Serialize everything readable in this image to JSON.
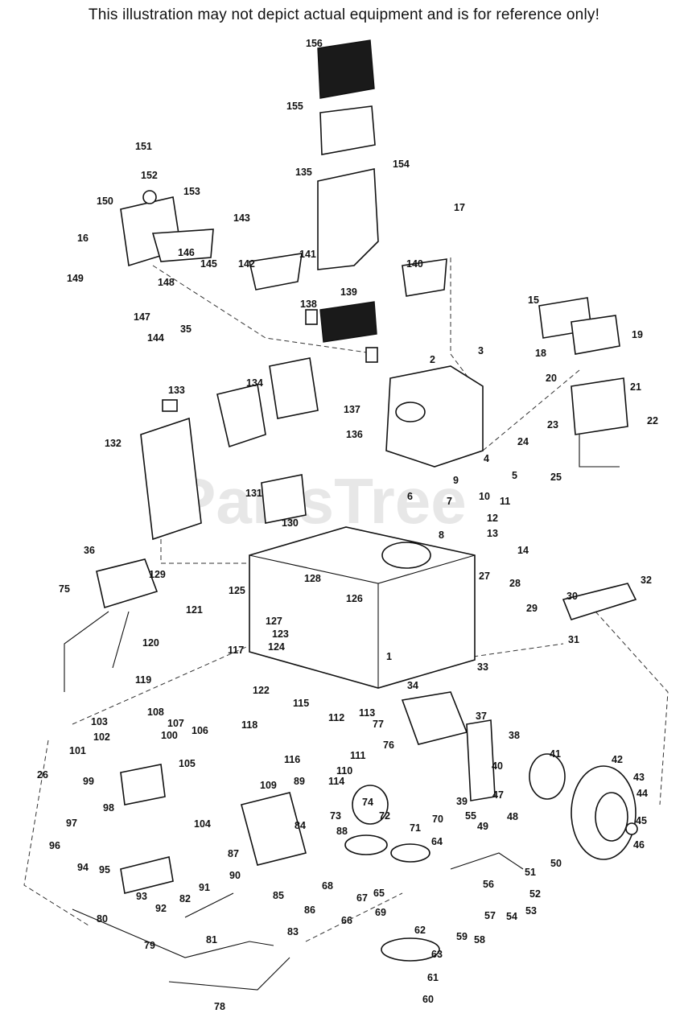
{
  "disclaimer": "This illustration may not depict actual equipment and is for reference only!",
  "watermark": "PartsTree",
  "part_labels": [
    "156",
    "155",
    "154",
    "153",
    "152",
    "151",
    "150",
    "149",
    "148",
    "147",
    "146",
    "145",
    "144",
    "143",
    "142",
    "141",
    "140",
    "139",
    "138",
    "137",
    "136",
    "135",
    "134",
    "133",
    "132",
    "131",
    "130",
    "129",
    "128",
    "127",
    "126",
    "125",
    "124",
    "123",
    "122",
    "121",
    "120",
    "119",
    "118",
    "117",
    "116",
    "115",
    "114",
    "113",
    "112",
    "111",
    "110",
    "109",
    "108",
    "107",
    "106",
    "105",
    "104",
    "103",
    "102",
    "101",
    "100",
    "99",
    "98",
    "97",
    "96",
    "95",
    "94",
    "93",
    "92",
    "91",
    "90",
    "89",
    "88",
    "87",
    "86",
    "85",
    "84",
    "83",
    "82",
    "81",
    "80",
    "79",
    "78",
    "77",
    "76",
    "75",
    "74",
    "73",
    "72",
    "71",
    "70",
    "69",
    "68",
    "67",
    "66",
    "65",
    "64",
    "63",
    "62",
    "61",
    "60",
    "59",
    "58",
    "57",
    "56",
    "55",
    "54",
    "53",
    "52",
    "51",
    "50",
    "49",
    "48",
    "47",
    "46",
    "45",
    "44",
    "43",
    "42",
    "41",
    "40",
    "39",
    "38",
    "37",
    "36",
    "35",
    "34",
    "33",
    "32",
    "31",
    "30",
    "29",
    "28",
    "27",
    "26",
    "25",
    "24",
    "23",
    "22",
    "21",
    "20",
    "19",
    "18",
    "17",
    "16",
    "15",
    "14",
    "13",
    "12",
    "11",
    "10",
    "9",
    "8",
    "7",
    "6",
    "5",
    "4",
    "3",
    "2",
    "1"
  ]
}
